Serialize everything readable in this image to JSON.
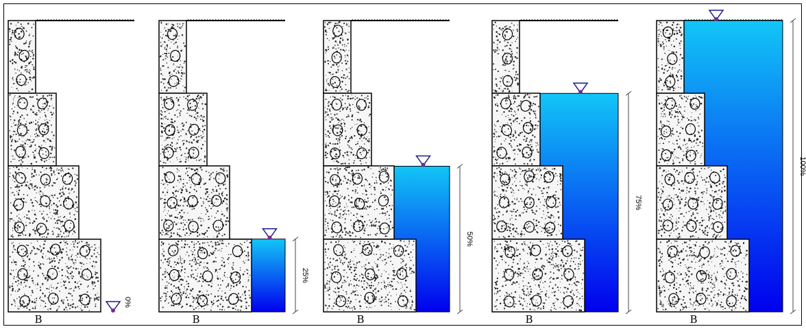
{
  "colors": {
    "water_top": "#12c6f7",
    "water_bottom": "#0000ee",
    "marker_stroke": "#1a1a8c",
    "marker_dot": "#7a2a8c",
    "gabion_fill": "#f6f6f6",
    "outline": "#000000"
  },
  "panels": [
    {
      "base_label": "B",
      "level_label": "0%",
      "fill_fraction": 0.0
    },
    {
      "base_label": "B",
      "level_label": "25%",
      "fill_fraction": 0.25
    },
    {
      "base_label": "B",
      "level_label": "50%",
      "fill_fraction": 0.5
    },
    {
      "base_label": "B",
      "level_label": "75%",
      "fill_fraction": 0.75
    },
    {
      "base_label": "B",
      "level_label": "100%",
      "fill_fraction": 1.0
    }
  ]
}
